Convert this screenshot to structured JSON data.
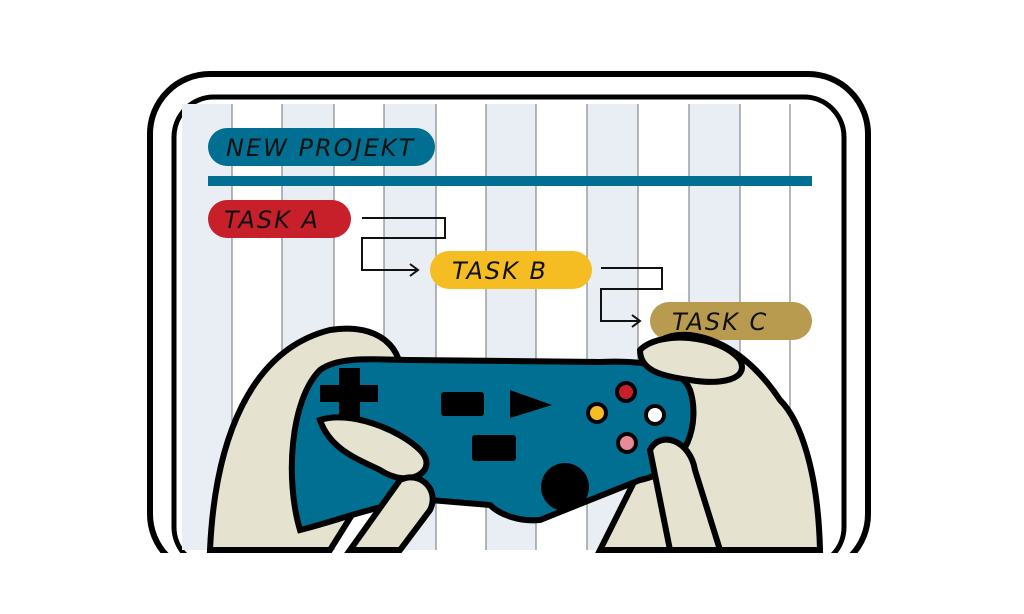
{
  "project": {
    "label": "NEW PROJEKT",
    "color": "#006f91"
  },
  "tasks": [
    {
      "label": "TASK A",
      "color": "#c8202a"
    },
    {
      "label": "TASK B",
      "color": "#f5bd21"
    },
    {
      "label": "TASK C",
      "color": "#b99b4f"
    }
  ],
  "controller": {
    "body_color": "#006f91",
    "button_colors": [
      "#c8202a",
      "#f5bd21",
      "#ffffff",
      "#e88a9a"
    ]
  },
  "hands": {
    "color": "#e5e2d0"
  }
}
